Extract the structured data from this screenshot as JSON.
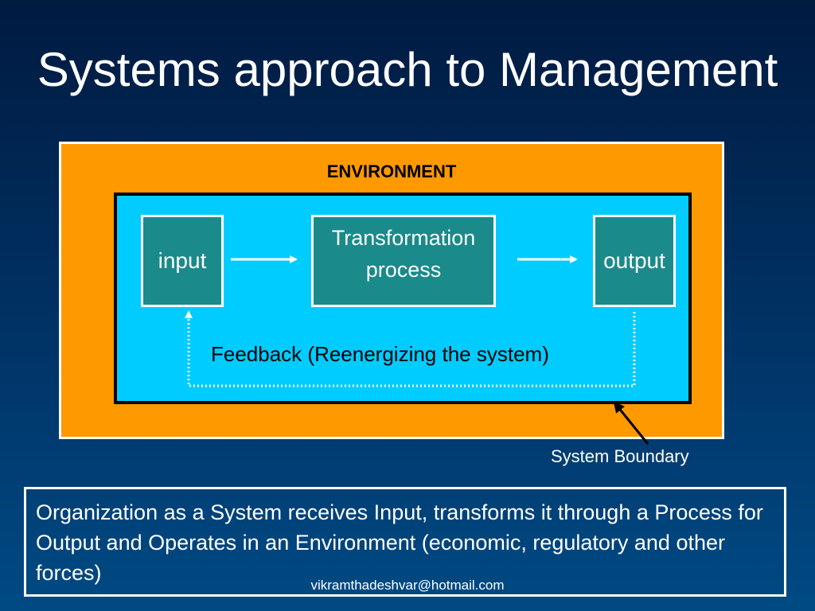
{
  "slide": {
    "title": "Systems approach to Management"
  },
  "diagram": {
    "environment_label": "ENVIRONMENT",
    "input_label": "input",
    "process_label_line1": "Transformation",
    "process_label_line2": "process",
    "output_label": "output",
    "feedback_label": "Feedback (Reenergizing the system)",
    "boundary_label": "System Boundary",
    "colors": {
      "environment": "#ff9900",
      "system": "#00ccff",
      "process_box": "#1a8a8a",
      "background": "#003366"
    }
  },
  "summary": {
    "text": "Organization as a System  receives Input, transforms it through a Process for Output and Operates in an Environment (economic, regulatory and other forces)"
  },
  "footer": {
    "credit": "vikramthadeshvar@hotmail.com"
  }
}
